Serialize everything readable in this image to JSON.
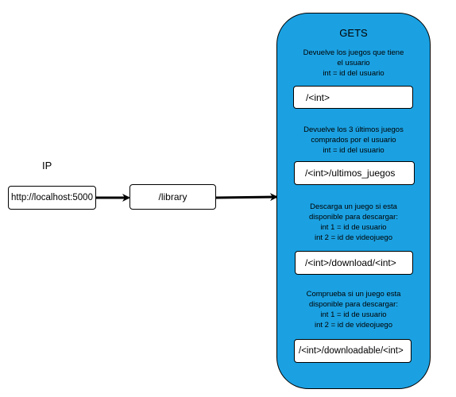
{
  "ip_label": "IP",
  "host_box": "http://localhost:5000",
  "library_box": "/library",
  "panel": {
    "title": "GETS",
    "endpoints": [
      {
        "description": [
          "Devuelve los juegos que tiene",
          "el usuario",
          "int = id del usuario"
        ],
        "route": "/<int>"
      },
      {
        "description": [
          "Devuelve los 3 últimos juegos",
          "comprados por el usuario",
          "int = id del usuario"
        ],
        "route": "/<int>/ultimos_juegos"
      },
      {
        "description": [
          "Descarga un juego si esta",
          "disponible para descargar:",
          "int 1 = id de usuario",
          "int 2 = id de videojuego"
        ],
        "route": "/<int>/download/<int>"
      },
      {
        "description": [
          "Comprueba si un juego esta",
          "disponible para descargar:",
          "int 1 = id de usuario",
          "int 2 = id de videojuego"
        ],
        "route": "/<int>/downloadable/<int>"
      }
    ]
  },
  "colors": {
    "panel_fill": "#1ba1e2",
    "stroke": "#000000",
    "box_fill": "#ffffff"
  }
}
